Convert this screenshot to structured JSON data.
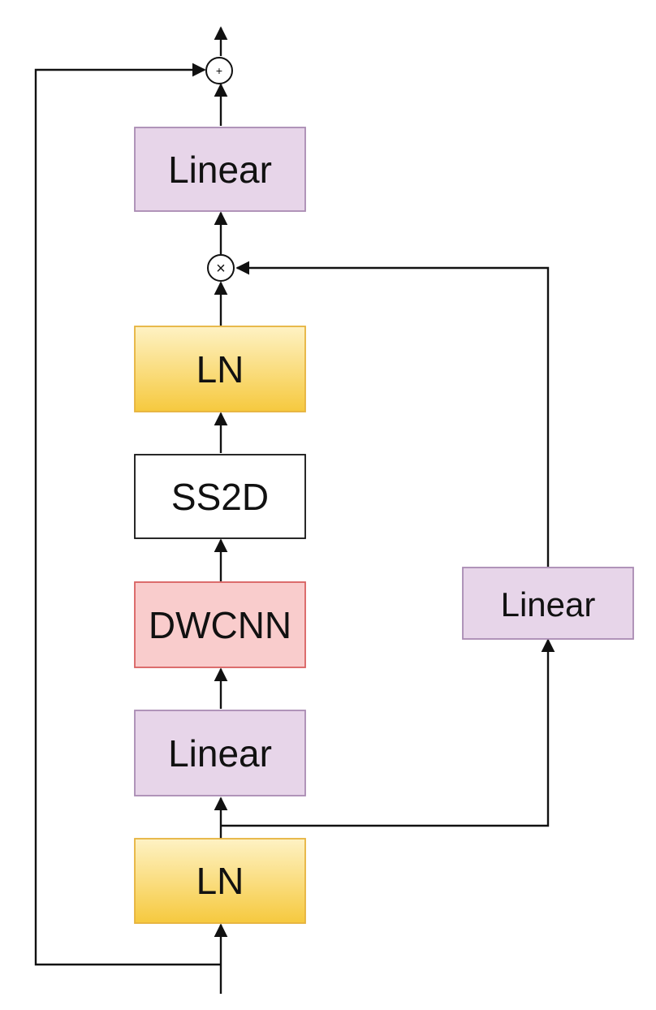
{
  "diagram": {
    "nodes": [
      {
        "id": "linear_top",
        "label": "Linear",
        "kind": "linear"
      },
      {
        "id": "ln_mid",
        "label": "LN",
        "kind": "ln"
      },
      {
        "id": "ss2d",
        "label": "SS2D",
        "kind": "plain"
      },
      {
        "id": "dwcnn",
        "label": "DWCNN",
        "kind": "conv"
      },
      {
        "id": "linear_bottom",
        "label": "Linear",
        "kind": "linear"
      },
      {
        "id": "ln_bottom",
        "label": "LN",
        "kind": "ln"
      },
      {
        "id": "linear_side",
        "label": "Linear",
        "kind": "linear"
      }
    ],
    "ops": [
      {
        "id": "add",
        "symbol": "+"
      },
      {
        "id": "mul",
        "symbol": "×"
      }
    ],
    "colors": {
      "linear_fill": "#E7D5E9",
      "linear_stroke": "#A98AB2",
      "ln_fill_top": "#FEF2C4",
      "ln_fill_bottom": "#F6C93E",
      "ln_stroke": "#E6B23C",
      "conv_fill": "#F9CCCC",
      "conv_stroke": "#D86060",
      "plain_fill": "#FFFFFF",
      "plain_stroke": "#111111"
    }
  }
}
